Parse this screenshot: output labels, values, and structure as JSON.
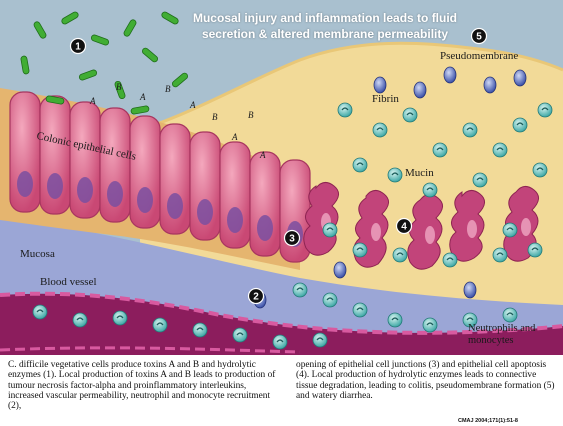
{
  "title": "Mucosal injury and inflammation leads to fluid secretion & altered membrane permeability",
  "labels": {
    "pseudomembrane": "Pseudomembrane",
    "fibrin": "Fibrin",
    "colonic_epithelial_cells": "Colonic epithelial cells",
    "mucin": "Mucin",
    "mucosa": "Mucosa",
    "blood_vessel": "Blood vessel",
    "neutrophils_and_monocytes": "Neutrophils and monocytes"
  },
  "toxin_letters": [
    "A",
    "B",
    "A",
    "B",
    "A",
    "B",
    "A",
    "B",
    "A"
  ],
  "steps": [
    "1",
    "2",
    "3",
    "4",
    "5"
  ],
  "caption_left": "C. difficile vegetative cells produce toxins A and B and hydrolytic enzymes (1). Local production of toxins A and B leads to production of tumour necrosis factor-alpha and proinflammatory interleukins, increased vascular permeability, neutrophil and monocyte recruitment (2),",
  "caption_right": "opening of epithelial cell junctions (3) and epithelial cell apoptosis (4). Local production of hydrolytic enzymes leads to connective tissue degradation, leading to colitis, pseudomembrane formation (5) and watery diarrhea.",
  "citation": "CMAJ 2004;171(1):51-8",
  "colors": {
    "lumen": "#a6bfce",
    "fibrin": "#f3dc9c",
    "epithelium": "#d9688a",
    "mucosa": "#9aa6d4",
    "vessel": "#8a1c5c",
    "bacteria": "#3faa32",
    "immune_cell": "#5fc2c0"
  }
}
